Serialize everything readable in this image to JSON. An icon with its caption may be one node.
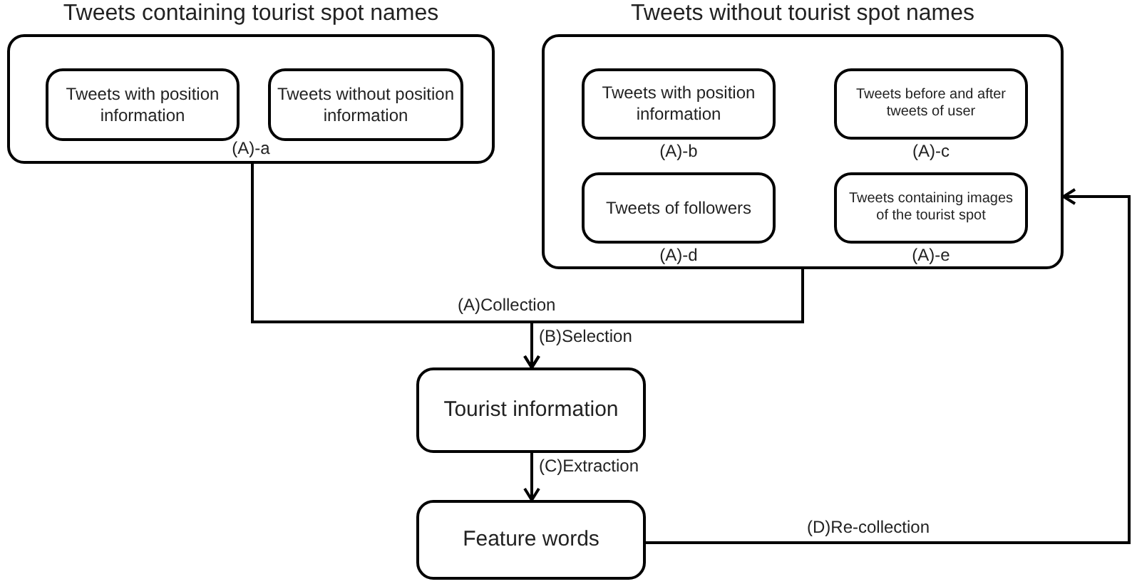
{
  "diagram": {
    "nodes": [
      {
        "text": [
          "Tweets containing tourist spot names",
          "(A)-a"
        ]
      },
      {
        "text": [
          "Tweets with position information"
        ],
        "in": 0
      },
      {
        "text": [
          "Tweets without position information"
        ],
        "in": 0
      },
      {
        "text": [
          "Tweets without tourist spot names"
        ]
      },
      {
        "text": [
          "Tweets with position information"
        ],
        "in": 3,
        "beside": [
          "(A)-b"
        ]
      },
      {
        "text": [
          "Tweets before and after tweets of user"
        ],
        "in": 3,
        "beside": [
          "(A)-c"
        ]
      },
      {
        "text": [
          "Tweets of followers"
        ],
        "in": 3,
        "beside": [
          "(A)-d"
        ]
      },
      {
        "text": [
          "Tweets containing images of the tourist spot"
        ],
        "in": 3,
        "beside": [
          "(A)-e"
        ]
      },
      {
        "text": [
          "Tourist information"
        ]
      },
      {
        "text": [
          "Feature words"
        ]
      }
    ],
    "edges": [
      {
        "from": 0,
        "to": 8,
        "arrow": "to",
        "label": "(A)Collection"
      },
      {
        "from": 3,
        "to": 8,
        "arrow": "to",
        "label": "(B)Selection"
      },
      {
        "from": 8,
        "to": 9,
        "arrow": "to",
        "label": "(C)Extraction"
      },
      {
        "from": 9,
        "to": 3,
        "arrow": "to",
        "label": "(D)Re-collection"
      }
    ]
  }
}
